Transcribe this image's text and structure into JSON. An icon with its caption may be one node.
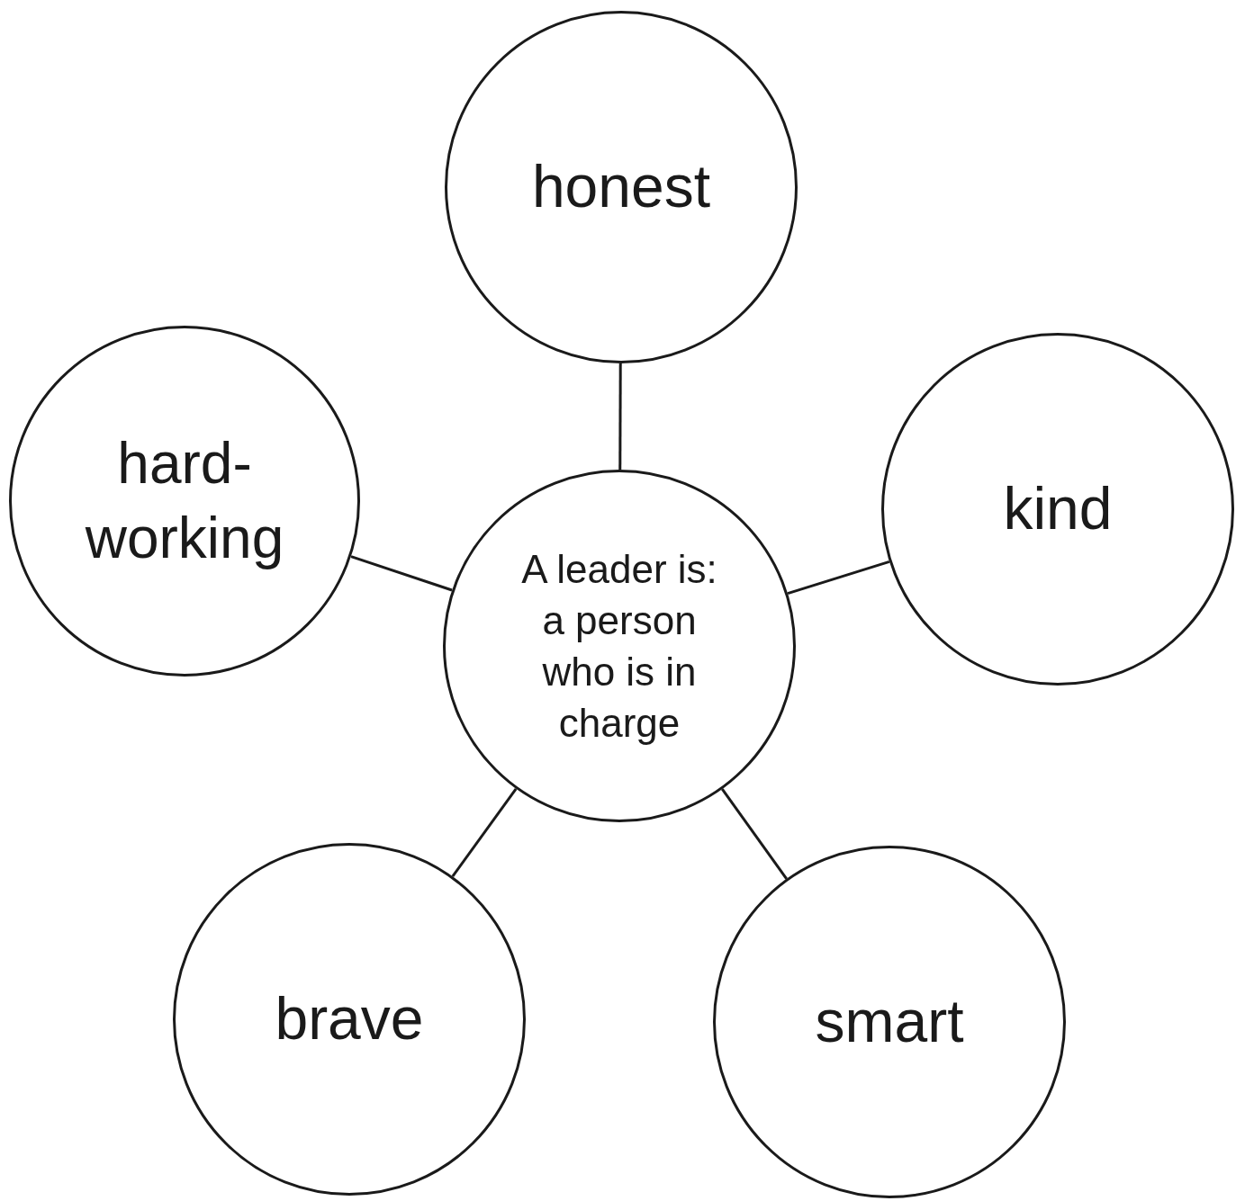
{
  "diagram": {
    "nodes": [
      {
        "text": [
          "honest"
        ]
      },
      {
        "text": [
          "hard-working"
        ]
      },
      {
        "text": [
          "A leader is: a person who is in charge"
        ]
      },
      {
        "text": [
          "kind"
        ]
      },
      {
        "text": [
          "brave"
        ]
      },
      {
        "text": [
          "smart"
        ]
      }
    ],
    "edges": [
      {
        "from": 2,
        "to": 0,
        "arrow": "none"
      },
      {
        "from": 2,
        "to": 1,
        "arrow": "none"
      },
      {
        "from": 2,
        "to": 3,
        "arrow": "none"
      },
      {
        "from": 2,
        "to": 4,
        "arrow": "none"
      },
      {
        "from": 2,
        "to": 5,
        "arrow": "none"
      }
    ]
  }
}
